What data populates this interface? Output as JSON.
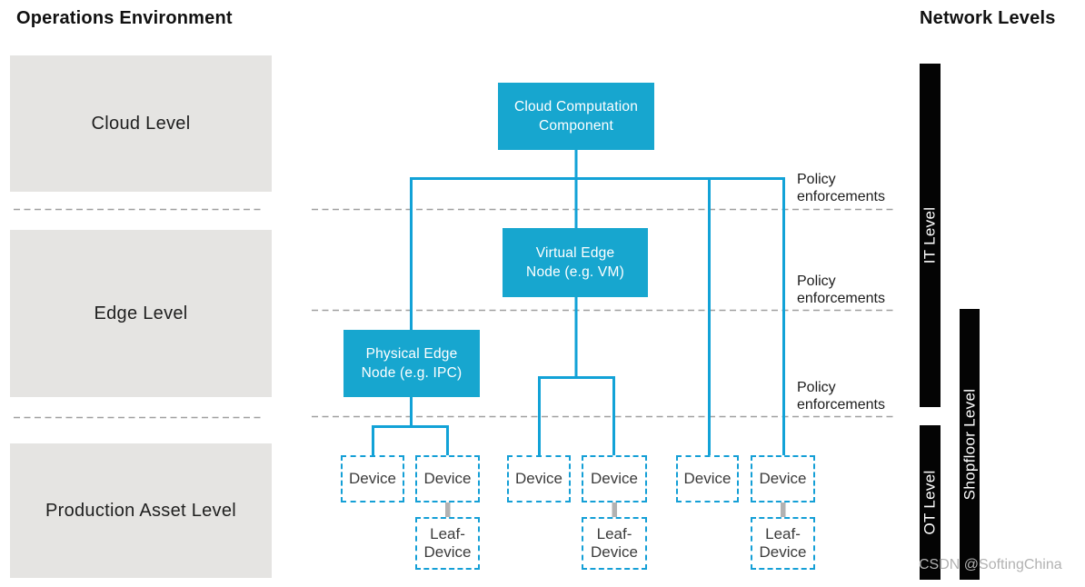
{
  "titles": {
    "left": "Operations Environment",
    "right": "Network Levels"
  },
  "operations_levels": [
    {
      "label": "Cloud Level"
    },
    {
      "label": "Edge Level"
    },
    {
      "label": "Production Asset Level"
    }
  ],
  "nodes": {
    "cloud": {
      "line1": "Cloud Computation",
      "line2": "Component"
    },
    "virtual": {
      "line1": "Virtual Edge",
      "line2": "Node (e.g. VM)"
    },
    "physical": {
      "line1": "Physical Edge",
      "line2": "Node (e.g. IPC)"
    }
  },
  "devices": [
    {
      "label": "Device"
    },
    {
      "label": "Device"
    },
    {
      "label": "Device"
    },
    {
      "label": "Device"
    },
    {
      "label": "Device"
    },
    {
      "label": "Device"
    }
  ],
  "leaf_devices": [
    {
      "line1": "Leaf-",
      "line2": "Device"
    },
    {
      "line1": "Leaf-",
      "line2": "Device"
    },
    {
      "line1": "Leaf-",
      "line2": "Device"
    }
  ],
  "policy_labels": [
    {
      "line1": "Policy",
      "line2": "enforcements"
    },
    {
      "line1": "Policy",
      "line2": "enforcements"
    },
    {
      "line1": "Policy",
      "line2": "enforcements"
    }
  ],
  "network_bars": [
    {
      "label": "IT Level"
    },
    {
      "label": "OT Level"
    },
    {
      "label": "Shopfloor Level"
    }
  ],
  "watermark": "CSDN @SoftingChina",
  "colors": {
    "accent_cyan": "#17a6cf",
    "line_cyan": "#12a2d7",
    "level_box_gray": "#e5e4e2",
    "dashed_divider_gray": "#a0a0a0",
    "leaf_connector_gray": "#b2b2b2",
    "bar_black": "#040404"
  }
}
